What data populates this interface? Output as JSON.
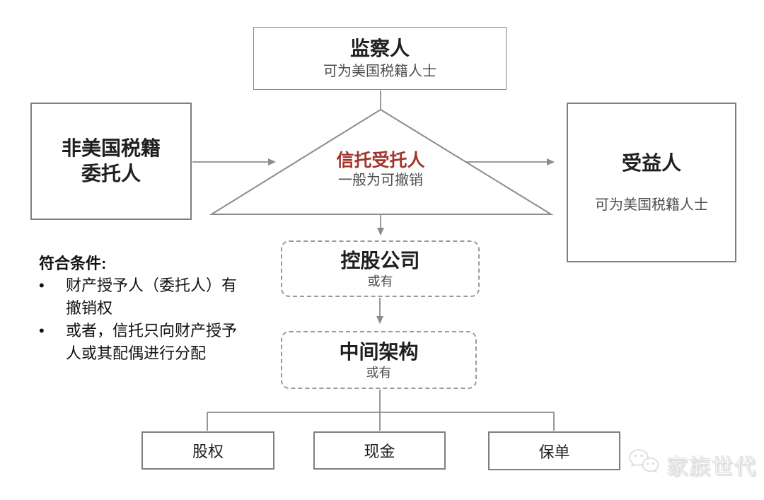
{
  "diagram_title": "trust-structure-diagram",
  "colors": {
    "line": "#8c8c8c",
    "box_border": "#7f7f7f",
    "dashed_border": "#9a9a9a",
    "accent_red": "#a3342e",
    "subtitle_gray": "#4d4d4d",
    "text_dark": "#1f1f1f"
  },
  "nodes": {
    "supervisor": {
      "title": "监察人",
      "subtitle": "可为美国税籍人士"
    },
    "settlor": {
      "line1": "非美国税籍",
      "line2": "委托人"
    },
    "beneficiary": {
      "title": "受益人",
      "subtitle": "可为美国税籍人士"
    },
    "trustee": {
      "title": "信托受托人",
      "subtitle": "一般为可撤销"
    },
    "holding": {
      "title": "控股公司",
      "subtitle": "或有"
    },
    "intermediate": {
      "title": "中间架构",
      "subtitle": "或有"
    },
    "assets": [
      {
        "label": "股权"
      },
      {
        "label": "现金"
      },
      {
        "label": "保单"
      }
    ]
  },
  "conditions": {
    "heading": "符合条件:",
    "bullet": "•",
    "items": [
      "财产授予人（委托人）有撤销权",
      "或者，信托只向财产授予人或其配偶进行分配"
    ]
  },
  "watermark": {
    "label": "家族世代",
    "icon": "wechat-bubbles-icon"
  }
}
